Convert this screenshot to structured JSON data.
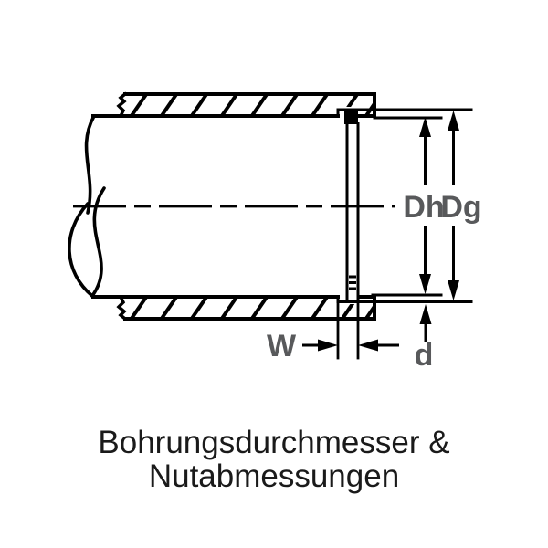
{
  "diagram": {
    "caption_line1": "Bohrungsdurchmesser &",
    "caption_line2": "Nutabmessungen",
    "labels": {
      "bore_diameter": "Dh",
      "groove_diameter": "Dg",
      "groove_width": "W",
      "groove_depth": "d"
    }
  },
  "colors": {
    "label_gray": "#58595b",
    "line_black": "#000000",
    "caption_black": "#1a1a1a"
  }
}
